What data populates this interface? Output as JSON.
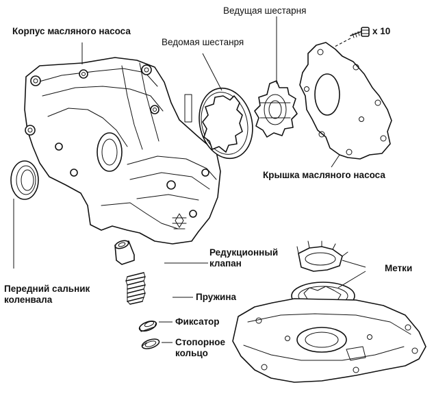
{
  "labels": {
    "pump_housing": "Корпус масляного насоса",
    "driven_gear": "Ведомая шестанря",
    "drive_gear": "Ведущая шестарня",
    "bolt_count": "x 10",
    "pump_cover": "Крышка масляного насоса",
    "relief_valve_line1": "Редукционный",
    "relief_valve_line2": "клапан",
    "marks": "Метки",
    "spring": "Пружина",
    "retainer": "Фиксатор",
    "snap_ring_line1": "Стопорное",
    "snap_ring_line2": "кольцо",
    "seal_line1": "Передний сальник",
    "seal_line2": "коленвала"
  },
  "icons": {
    "bolt": "bolt-icon"
  },
  "colors": {
    "ink": "#111111",
    "paper": "#ffffff"
  }
}
